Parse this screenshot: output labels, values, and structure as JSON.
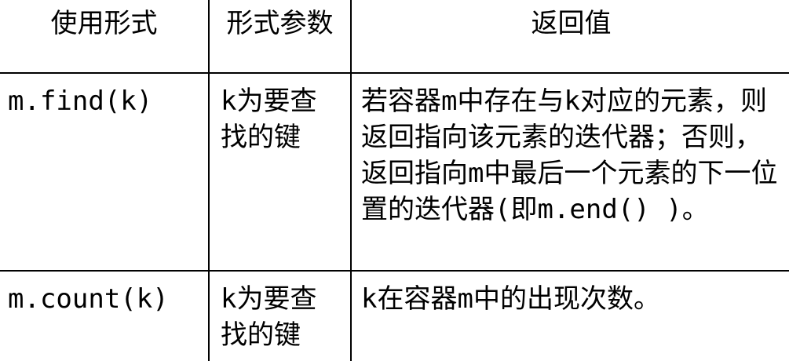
{
  "table": {
    "headers": [
      "使用形式",
      "形式参数",
      "返回值"
    ],
    "rows": [
      {
        "usage": "m.find(k)",
        "param": "k为要查找的键",
        "return": "若容器m中存在与k对应的元素，则返回指向该元素的迭代器；否则，返回指向m中最后一个元素的下一位置的迭代器(即m.end() )。"
      },
      {
        "usage": "m.count(k)",
        "param": "k为要查找的键",
        "return": "k在容器m中的出现次数。"
      }
    ]
  }
}
